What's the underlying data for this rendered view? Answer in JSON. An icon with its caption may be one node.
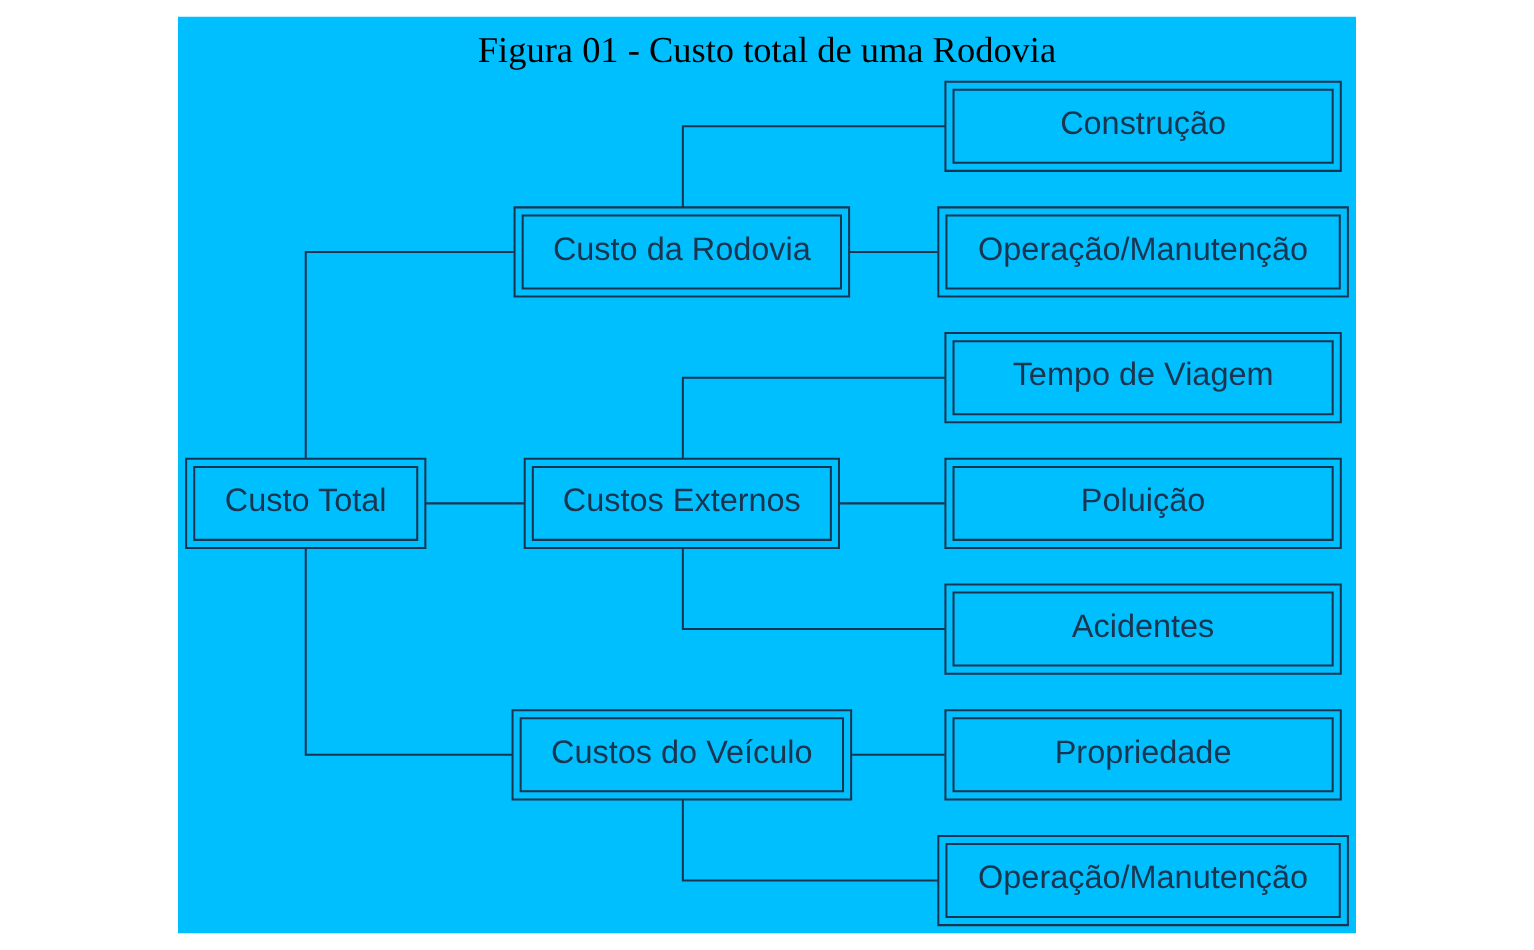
{
  "diagram": {
    "title": "Figura 01 - Custo total de uma Rodovia",
    "nodes": [
      {
        "text": [
          "Custo Total"
        ]
      },
      {
        "text": [
          "Custo da Rodovia"
        ]
      },
      {
        "text": [
          "Custos Externos"
        ]
      },
      {
        "text": [
          "Custos do Veículo"
        ]
      },
      {
        "text": [
          "Construção"
        ]
      },
      {
        "text": [
          "Operação/Manutenção"
        ]
      },
      {
        "text": [
          "Tempo de Viagem"
        ]
      },
      {
        "text": [
          "Poluição"
        ]
      },
      {
        "text": [
          "Acidentes"
        ]
      },
      {
        "text": [
          "Propriedade"
        ]
      },
      {
        "text": [
          "Operação/Manutenção"
        ]
      }
    ],
    "edges": [
      {
        "from": 0,
        "to": 1,
        "arrow": "none"
      },
      {
        "from": 0,
        "to": 2,
        "arrow": "none"
      },
      {
        "from": 0,
        "to": 3,
        "arrow": "none"
      },
      {
        "from": 1,
        "to": 4,
        "arrow": "none"
      },
      {
        "from": 1,
        "to": 5,
        "arrow": "none"
      },
      {
        "from": 2,
        "to": 6,
        "arrow": "none"
      },
      {
        "from": 2,
        "to": 7,
        "arrow": "none"
      },
      {
        "from": 2,
        "to": 8,
        "arrow": "none"
      },
      {
        "from": 3,
        "to": 9,
        "arrow": "none"
      },
      {
        "from": 3,
        "to": 10,
        "arrow": "none"
      }
    ]
  }
}
